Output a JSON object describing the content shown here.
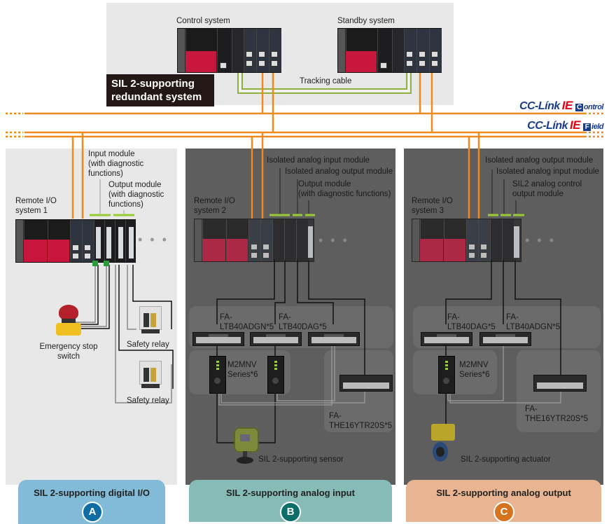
{
  "redundant": {
    "title": "SIL 2-supporting redundant system",
    "title_line1": "SIL 2-supporting",
    "title_line2": "redundant system",
    "control_label": "Control system",
    "standby_label": "Standby system",
    "tracking_label": "Tracking cable"
  },
  "networks": {
    "control": {
      "brand": "CC-Línk",
      "ie": "IE",
      "letter": "C",
      "rest": "ontrol"
    },
    "field": {
      "brand": "CC-Línk",
      "ie": "IE",
      "letter": "F",
      "rest": "ield"
    }
  },
  "system1": {
    "name_line1": "Remote I/O",
    "name_line2": "system 1",
    "input_module": [
      "Input module",
      "(with diagnostic",
      "functions)"
    ],
    "output_module": [
      "Output module",
      "(with diagnostic",
      "functions)"
    ],
    "emergency_stop": [
      "Emergency stop",
      "switch"
    ],
    "relay1": "Safety relay",
    "relay2": "Safety relay",
    "more": "• • •"
  },
  "system2": {
    "name_line1": "Remote I/O",
    "name_line2": "system 2",
    "modules": [
      "Isolated analog input module",
      "Isolated analog output module"
    ],
    "output_module": [
      "Output module",
      "(with diagnostic functions)"
    ],
    "terminal1": [
      "FA-",
      "LTB40ADGN*5"
    ],
    "terminal2": [
      "FA-",
      "LTB40DAG*5"
    ],
    "converter": [
      "M2MNV",
      "Series*6"
    ],
    "relay_terminal": [
      "FA-",
      "THE16YTR20S*5"
    ],
    "sensor": "SIL 2-supporting sensor",
    "more": "• • •"
  },
  "system3": {
    "name_line1": "Remote I/O",
    "name_line2": "system 3",
    "modules": [
      "Isolated analog output module",
      "Isolated analog input module"
    ],
    "control_output": [
      "SIL2 analog control",
      "output module"
    ],
    "terminal1": [
      "FA-",
      "LTB40DAG*5"
    ],
    "terminal2": [
      "FA-",
      "LTB40ADGN*5"
    ],
    "converter": [
      "M2MNV",
      "Series*6"
    ],
    "relay_terminal": [
      "FA-",
      "THE16YTR20S*5"
    ],
    "actuator": "SIL 2-supporting actuator",
    "more": "• • •"
  },
  "categories": [
    {
      "label": "SIL 2-supporting digital I/O",
      "badge": "A",
      "color": "#82bbd8",
      "badge_color": "#0e6ea3"
    },
    {
      "label": "SIL 2-supporting analog input",
      "badge": "B",
      "color": "#86bbb7",
      "badge_color": "#0c6e68"
    },
    {
      "label": "SIL 2-supporting analog output",
      "badge": "C",
      "color": "#e8b492",
      "badge_color": "#d5731f"
    }
  ],
  "colors": {
    "network_orange": "#ef8a1e",
    "tracking_green": "#8fb33c",
    "panel_light": "#e8e8e8",
    "panel_dark": "#5e5e5e"
  }
}
